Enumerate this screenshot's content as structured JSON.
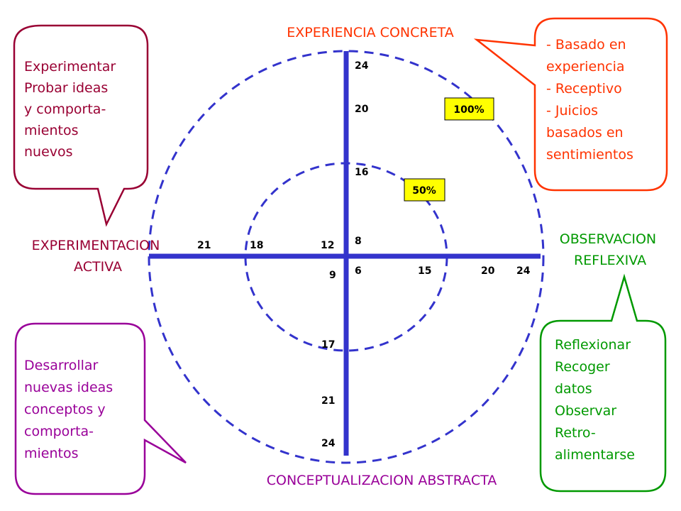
{
  "colors": {
    "axis": "#3333cc",
    "circle": "#3333cc",
    "top_title": "#ff3300",
    "left_title": "#990033",
    "right_title": "#009900",
    "bottom_title": "#990099",
    "pct_fill": "#ffff00"
  },
  "axes": {
    "top": "EXPERIENCIA CONCRETA",
    "left": [
      "EXPERIMENTACION",
      "ACTIVA"
    ],
    "right": [
      "OBSERVACION",
      "REFLEXIVA"
    ],
    "bottom": "CONCEPTUALIZACION ABSTRACTA"
  },
  "ticks": {
    "up": [
      "24",
      "20",
      "16",
      "8"
    ],
    "left": [
      "21",
      "18",
      "12"
    ],
    "right": [
      "6",
      "15",
      "20",
      "24"
    ],
    "down": [
      "9",
      "17",
      "21",
      "24"
    ]
  },
  "percent": {
    "outer": "100%",
    "inner": "50%"
  },
  "bubbles": {
    "top_left": [
      "Experimentar",
      "Probar ideas",
      "y comporta-",
      "mientos",
      "nuevos"
    ],
    "top_right": [
      "- Basado en",
      "experiencia",
      "- Receptivo",
      "- Juicios",
      "basados en",
      "sentimientos"
    ],
    "bottom_left": [
      "Desarrollar",
      "nuevas ideas",
      "conceptos y",
      "comporta-",
      "mientos"
    ],
    "bottom_right": [
      "Reflexionar",
      "Recoger",
      "datos",
      "Observar",
      "Retro-",
      "alimentarse"
    ]
  }
}
